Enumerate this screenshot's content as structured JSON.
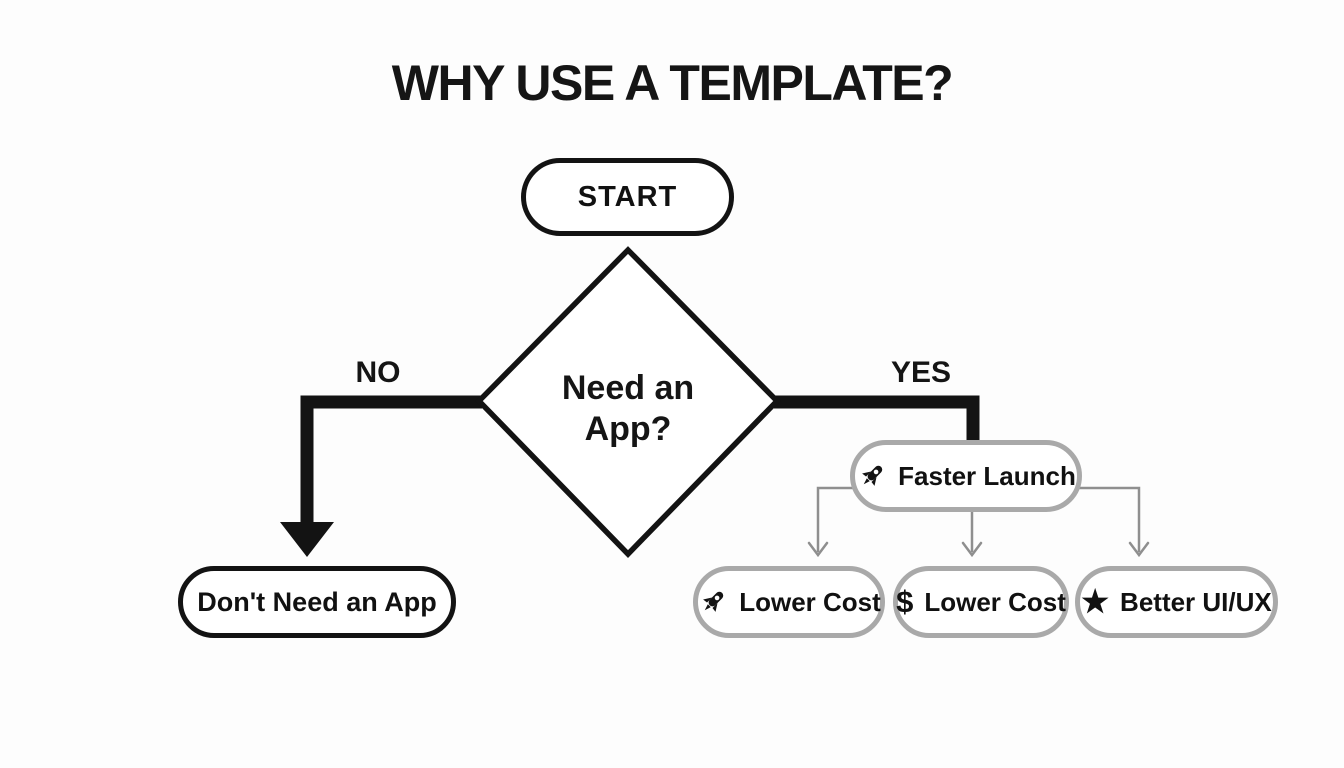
{
  "title": "WHY USE A TEMPLATE?",
  "flow": {
    "start": {
      "label": "START"
    },
    "decision": {
      "label": "Need an App?"
    },
    "branches": {
      "no": "NO",
      "yes": "YES"
    },
    "no_result": {
      "label": "Don't Need an App"
    },
    "yes_result": {
      "label": "Faster Launch",
      "icon": "rocket"
    },
    "benefits": [
      {
        "icon": "rocket",
        "glyph": "",
        "label": "Lower Cost"
      },
      {
        "icon": "dollar",
        "glyph": "$",
        "label": "Lower Cost"
      },
      {
        "icon": "star",
        "glyph": "★",
        "label": "Better UI/UX"
      }
    ]
  },
  "colors": {
    "ink": "#131313",
    "node_fill": "#ffffff",
    "gray_border": "#a9a9a9",
    "connector_gray": "#8f8f8f",
    "background": "#fdfdfd"
  }
}
